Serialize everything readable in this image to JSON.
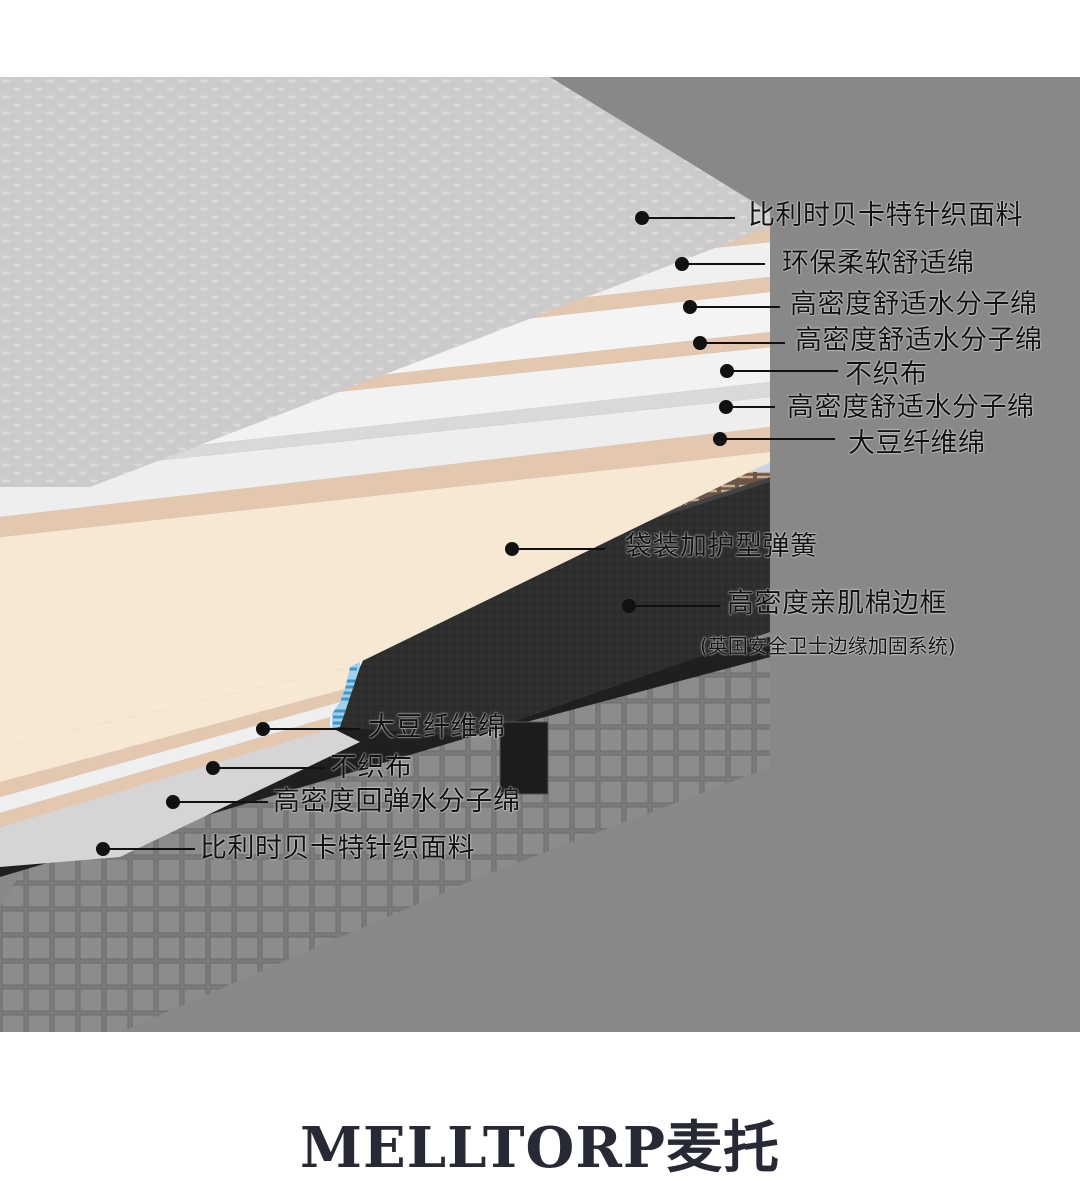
{
  "labels": {
    "top": [
      "比利时贝卡特针织面料",
      "环保柔软舒适绵",
      "高密度舒适水分子绵",
      "高密度舒适水分子绵",
      "不织布",
      "高密度舒适水分子绵",
      "大豆纤维绵"
    ],
    "middle": {
      "spring": "袋装加护型弹簧",
      "frame": "高密度亲肌棉边框",
      "frame_note": "(英国安全卫士边缘加固系统)"
    },
    "bottom": [
      "大豆纤维绵",
      "不织布",
      "高密度回弹水分子绵",
      "比利时贝卡特针织面料"
    ]
  },
  "brand": {
    "name": "MELLTORP麦托"
  },
  "colors": {
    "background": "#888889",
    "fabric": "#cfcccd",
    "foam": "#efefef",
    "felt": "#e3c7ae",
    "soy": "#f6e8d2",
    "spring_blue": "#6cb7e0",
    "frame": "#2c2c2c",
    "brand_text": "#272a34"
  }
}
